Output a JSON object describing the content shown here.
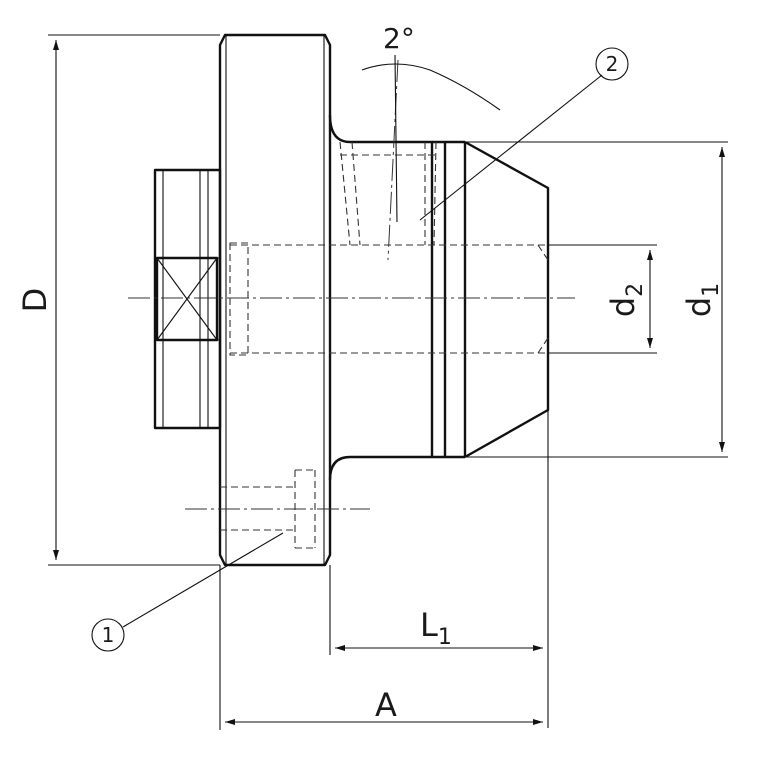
{
  "labels": {
    "D": "D",
    "d1_main": "d",
    "d1_sub": "1",
    "d2_main": "d",
    "d2_sub": "2",
    "L1_main": "L",
    "L1_sub": "1",
    "A": "A",
    "angle": "2°",
    "callout_1": "1",
    "callout_2": "2"
  }
}
